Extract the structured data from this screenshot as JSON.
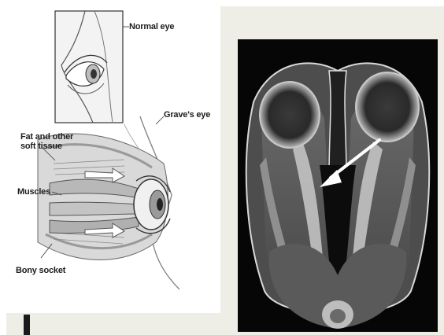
{
  "illustration": {
    "labels": {
      "normal_eye": "Normal eye",
      "graves_eye": "Grave's eye",
      "fat_line1": "Fat and other",
      "fat_line2": "soft tissue",
      "muscles": "Muscles",
      "bony_socket": "Bony socket"
    }
  },
  "mri": {
    "arrow_color": "#ffffff"
  }
}
